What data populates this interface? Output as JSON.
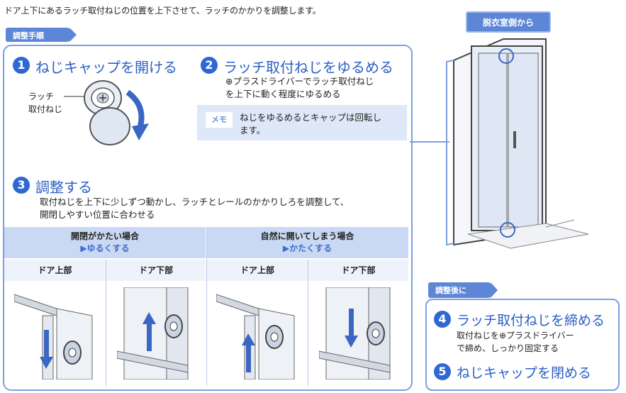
{
  "intro": "ドア上下にあるラッチ取付ねじの位置を上下させて、ラッチのかかりを調整します。",
  "procedure_tag": "調整手順",
  "side_tag": "脱衣室側から",
  "steps": [
    {
      "num": "1",
      "title": "ねじキャップを開ける",
      "callout": [
        "ラッチ",
        "取付ねじ"
      ]
    },
    {
      "num": "2",
      "title": "ラッチ取付ねじをゆるめる",
      "desc": [
        "⊕プラスドライバーでラッチ取付ねじ",
        "を上下に動く程度にゆるめる"
      ]
    },
    {
      "num": "3",
      "title": "調整する",
      "desc": [
        "取付ねじを上下に少しずつ動かし、ラッチとレールのかかりしろを調整して、",
        "開閉しやすい位置に合わせる"
      ]
    }
  ],
  "memo": {
    "label": "メモ",
    "text": [
      "ねじをゆるめるとキャップは回転し",
      "ます。"
    ]
  },
  "table": {
    "groups": [
      {
        "condition": "開閉がかたい場合",
        "action": "▶ゆるくする",
        "cols": [
          "ドア上部",
          "ドア下部"
        ]
      },
      {
        "condition": "自然に開いてしまう場合",
        "action": "▶かたくする",
        "cols": [
          "ドア上部",
          "ドア下部"
        ]
      }
    ]
  },
  "after": {
    "tag": "調整後に",
    "step4": {
      "num": "4",
      "title": "ラッチ取付ねじを締める",
      "desc": [
        "取付ねじを⊕プラスドライバー",
        "で締め、しっかり固定する"
      ]
    },
    "step5": {
      "num": "5",
      "title": "ねじキャップを閉める"
    }
  },
  "colors": {
    "accent": "#2f68d3",
    "frame": "#7d9fe2",
    "tag": "#5d87d6",
    "memo_bg": "#dfe8f8"
  }
}
